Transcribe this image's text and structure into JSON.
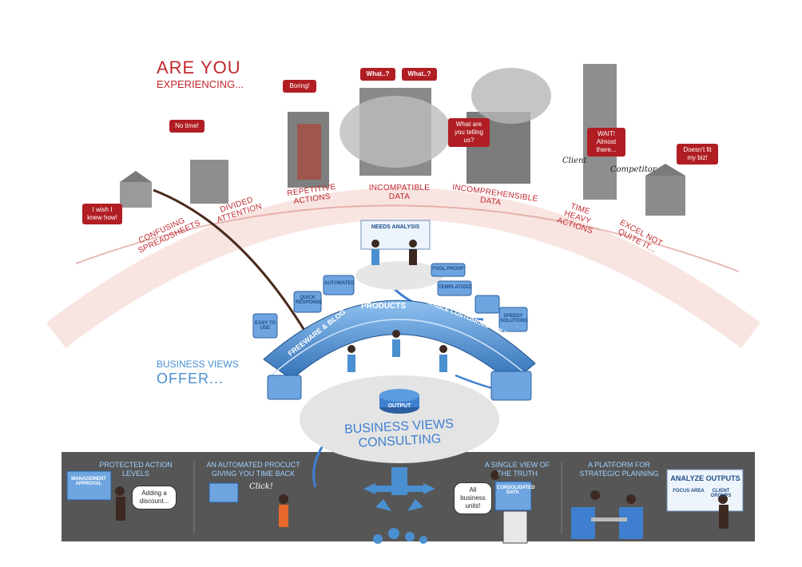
{
  "header": {
    "line1": "ARE YOU",
    "line2": "EXPERIENCING..."
  },
  "offer": {
    "line1": "BUSINESS VIEWS",
    "line2": "OFFER..."
  },
  "pain_points": [
    "CONFUSING SPREADSHEETS",
    "DIVIDED ATTENTION",
    "REPETITIVE ACTIONS",
    "INCOMPATIBLE DATA",
    "INCOMPREHENSIBLE DATA",
    "TIME HEAVY ACTIONS",
    "EXCEL NOT QUITE IT..."
  ],
  "bubbles": {
    "wish": "I wish I knew how!",
    "notime": "No time!",
    "boring": "Boring!",
    "what1": "What..?",
    "what2": "What..?",
    "telling": "What are you telling us?",
    "wait": "WAIT! Almost there...",
    "fit": "Doesn't fit my biz!",
    "client": "Client",
    "competitor": "Competitor"
  },
  "solutions": {
    "needs": "NEEDS ANALYSIS",
    "freeware": "FREEWARE & BLOG",
    "products": "PRODUCTS",
    "affordable": "AFFORDABLE CUSTOMISED SOLUTIONS",
    "easy": "EASY TO USE",
    "quick": "QUICK RESPONSE",
    "automated": "AUTOMATED",
    "foolproof": "FOOL PROOF",
    "templatized": "TEMPLATIZED",
    "speedy": "SPEEDY SOLUTIONS"
  },
  "core": {
    "output": "OUTPUT",
    "consulting": "BUSINESS VIEWS CONSULTING"
  },
  "panels": [
    {
      "title": "PROTECTED ACTION LEVELS",
      "bubble": "Adding a discount...",
      "sign": "MANAGEMENT APPROVAL"
    },
    {
      "title": "AN AUTOMATED PROCUCT GIVING YOU TIME BACK",
      "bubble": "Click!"
    },
    {
      "title": "A SINGLE VIEW OF THE TRUTH",
      "bubble": "All business units!",
      "sign": "CONSOLIDATED DATA"
    },
    {
      "title": "A PLATFORM FOR STRATEGIC PLANNING",
      "sign": "ANALYZE OUTPUTS",
      "sub": [
        "FOCUS AREA",
        "CLIENT GROUPS"
      ]
    }
  ],
  "colors": {
    "red": "#c0272d",
    "blue": "#4a8fd0",
    "dark": "#4a4a4a",
    "panel": "#565656"
  }
}
